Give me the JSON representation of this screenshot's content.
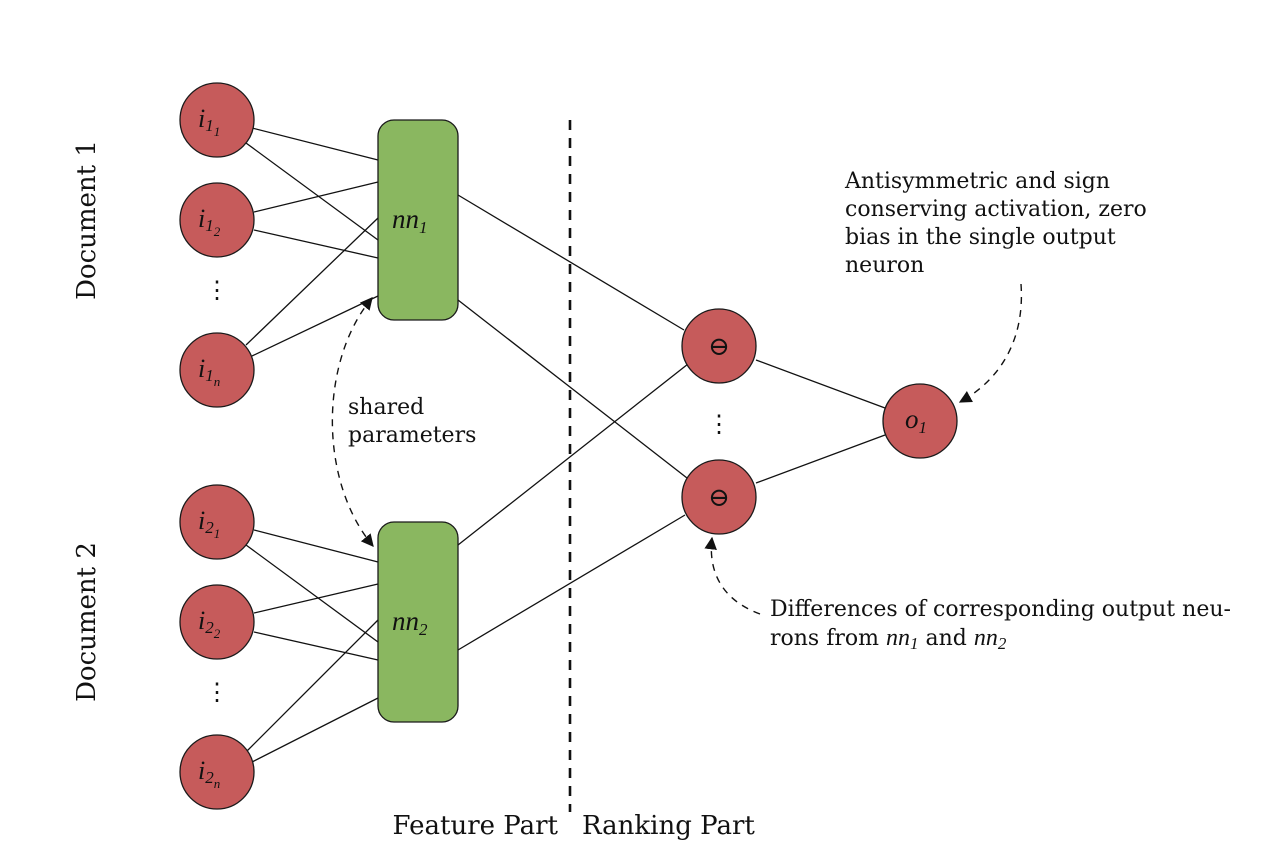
{
  "documents": {
    "doc1_label": "Document 1",
    "doc2_label": "Document 2"
  },
  "inputs": {
    "doc1": [
      {
        "base": "i",
        "sub": "1",
        "subsub": "1"
      },
      {
        "base": "i",
        "sub": "1",
        "subsub": "2"
      },
      {
        "base": "i",
        "sub": "1",
        "subsub": "n"
      }
    ],
    "doc2": [
      {
        "base": "i",
        "sub": "2",
        "subsub": "1"
      },
      {
        "base": "i",
        "sub": "2",
        "subsub": "2"
      },
      {
        "base": "i",
        "sub": "2",
        "subsub": "n"
      }
    ]
  },
  "networks": {
    "nn1": {
      "base": "nn",
      "sub": "1"
    },
    "nn2": {
      "base": "nn",
      "sub": "2"
    }
  },
  "difference_nodes": {
    "symbol": "⊖"
  },
  "output": {
    "base": "o",
    "sub": "1"
  },
  "ellipsis": "⋮",
  "annotations": {
    "shared": [
      "shared",
      "parameters"
    ],
    "activation": [
      "Antisymmetric and sign",
      "conserving activation, zero",
      "bias in the single output",
      "neuron"
    ],
    "differences_line1": "Differences of corresponding output neu-",
    "differences_line2_prefix": "rons from ",
    "differences_line2_and": " and "
  },
  "parts": {
    "feature": "Feature Part",
    "ranking": "Ranking Part"
  },
  "colors": {
    "node_red": "#c65b5b",
    "node_green": "#8ab760",
    "stroke": "#1a1a1a"
  }
}
